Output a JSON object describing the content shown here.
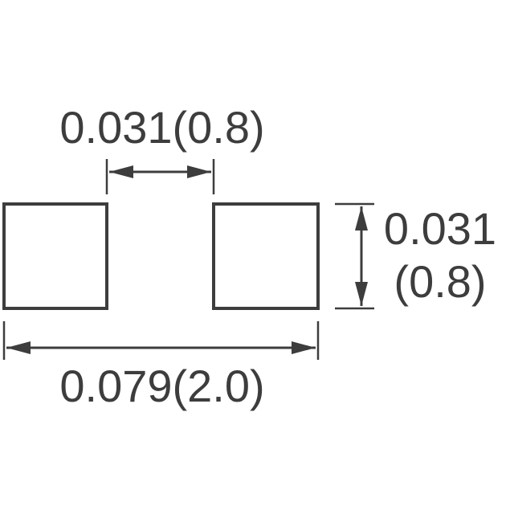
{
  "diagram": {
    "gap_dimension": "0.031(0.8)",
    "pad_height_dimension_line1": "0.031",
    "pad_height_dimension_line2": "(0.8)",
    "overall_width_dimension": "0.079(2.0)"
  },
  "colors": {
    "line": "#3d3d3d",
    "background": "#ffffff"
  }
}
